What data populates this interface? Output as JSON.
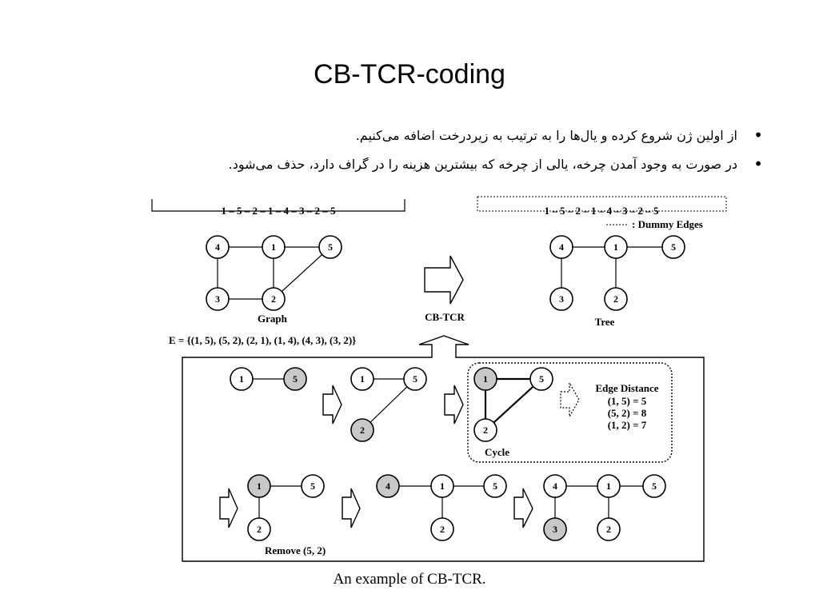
{
  "slide": {
    "title": "CB-TCR-coding",
    "bullets": [
      "از اولین ژن شروع کرده و یال‌ها را به ترتیب به زیردرخت اضافه می‌کنیم.",
      "در صورت به وجود آمدن چرخه، یالی از چرخه که بیشترین هزینه را در گراف دارد، حذف می‌شود."
    ],
    "caption": "An example of CB-TCR."
  },
  "figure": {
    "sequence_left": "1 – 5 – 2 – 1 – 4 – 3 – 2 – 5",
    "sequence_right": "1 – 5 – 2 – 1 – 4 – 3 – 2 – 5",
    "dummy_edges_legend": ": Dummy Edges",
    "graph_label": "Graph",
    "cbtcr_label": "CB-TCR",
    "tree_label": "Tree",
    "edge_set": "E = {(1, 5), (5, 2), (2, 1), (1, 4), (4, 3), (3, 2)}",
    "edge_distance_title": "Edge Distance",
    "edge_distances": [
      "(1, 5) = 5",
      "(5, 2) = 8",
      "(1, 2) = 7"
    ],
    "cycle_label": "Cycle",
    "remove_label": "Remove (5, 2)",
    "colors": {
      "highlight_node": "#c8c8c8",
      "stroke": "#000000"
    }
  }
}
